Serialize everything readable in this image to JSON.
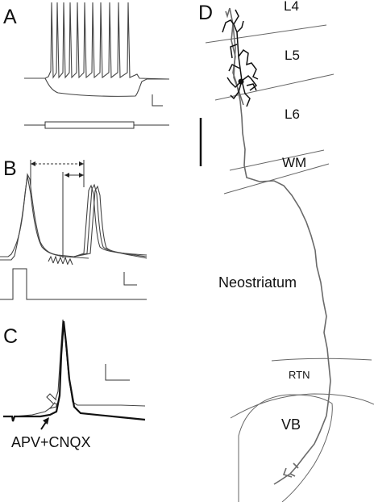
{
  "figure": {
    "panels": {
      "A": {
        "letter": "A"
      },
      "B": {
        "letter": "B"
      },
      "C": {
        "letter": "C",
        "annotation": "APV+CNQX"
      },
      "D": {
        "letter": "D",
        "layers": [
          "L4",
          "L5",
          "L6",
          "WM"
        ],
        "regions": [
          "Neostriatum",
          "RTN",
          "VB"
        ]
      }
    }
  }
}
